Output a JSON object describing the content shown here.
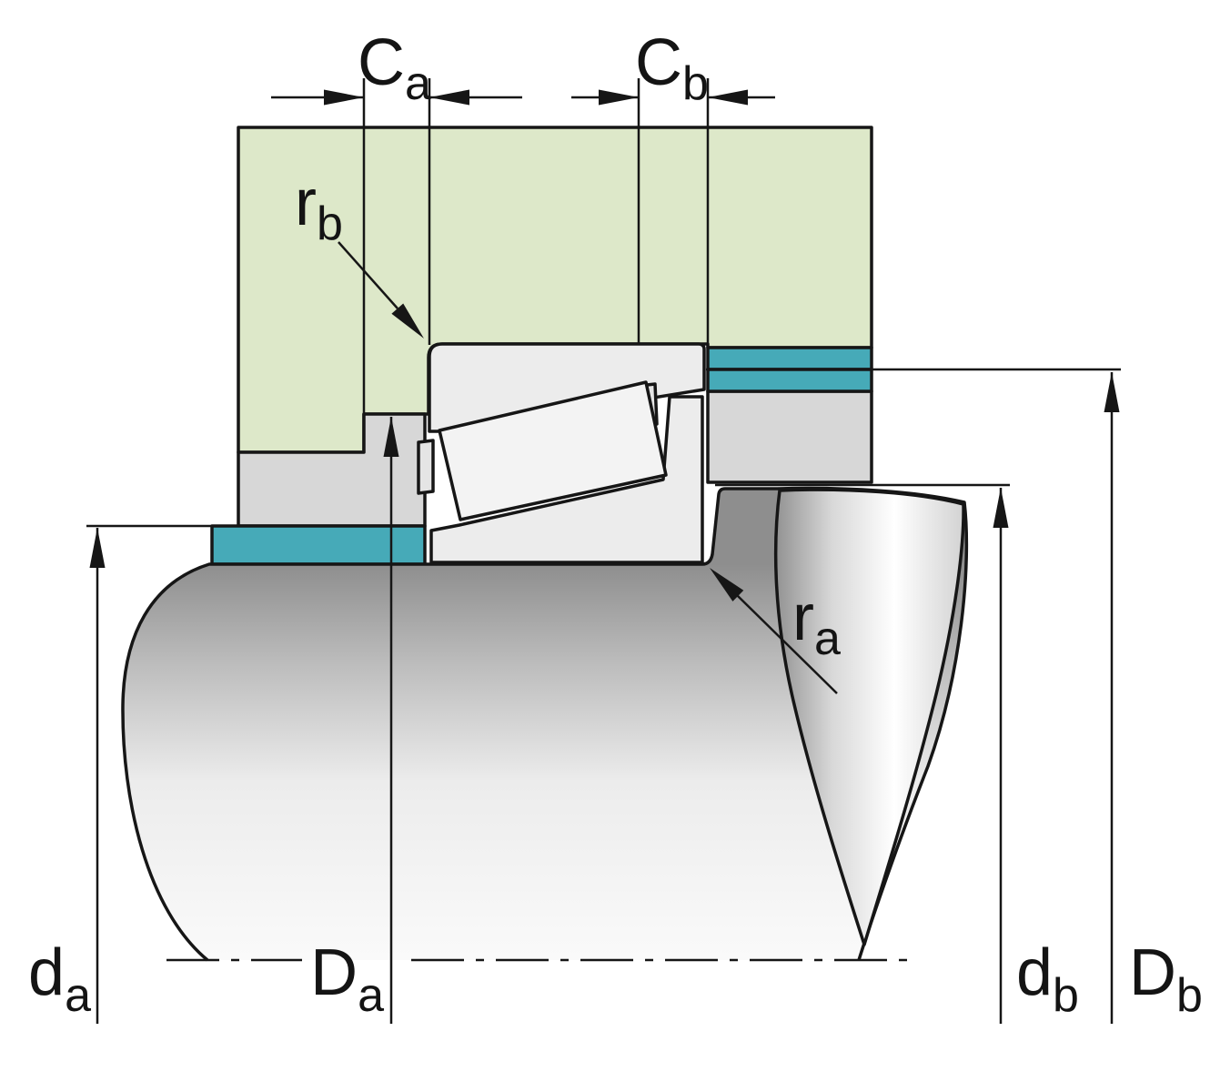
{
  "diagram": {
    "labels": {
      "Ca": {
        "main": "C",
        "sub": "a"
      },
      "Cb": {
        "main": "C",
        "sub": "b"
      },
      "rb": {
        "main": "r",
        "sub": "b"
      },
      "ra": {
        "main": "r",
        "sub": "a"
      },
      "da": {
        "main": "d",
        "sub": "a"
      },
      "Da": {
        "main": "D",
        "sub": "a"
      },
      "db": {
        "main": "d",
        "sub": "b"
      },
      "Db": {
        "main": "D",
        "sub": "b"
      }
    },
    "colors": {
      "housing_green": "#dde8c9",
      "spacer_teal": "#46aab8",
      "steel_gray": "#d7d7d7",
      "line_black": "#161616",
      "background": "#ffffff"
    }
  }
}
